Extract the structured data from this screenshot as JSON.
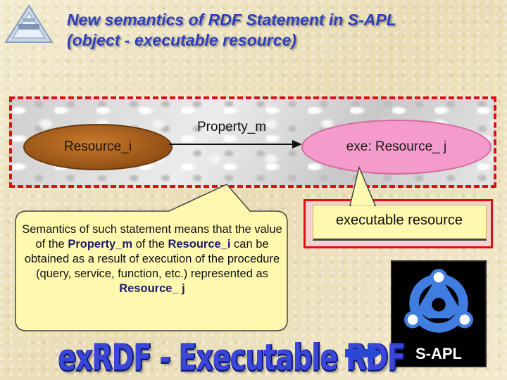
{
  "slide": {
    "title_line1": "New semantics of RDF Statement in S-APL",
    "title_line2": "(object - executable resource)"
  },
  "diagram": {
    "subject_label": "Resource_i",
    "predicate_label": "Property_m",
    "object_label": "exe: Resource_ j"
  },
  "callout_semantics": {
    "parts": [
      "Semantics of such statement means that the value of the ",
      "Property_m",
      " of the ",
      "Resource_i",
      " can be obtained as a result of execution of the procedure (query, service, function, etc.) represented as ",
      "Resource_ j"
    ]
  },
  "callout_executable": {
    "label": "executable resource"
  },
  "banner": {
    "text": "exRDF - Executable RDF"
  },
  "sapl_logo": {
    "label": "S-APL"
  },
  "colors": {
    "title": "#2e3fbd",
    "dashed_border": "#e01010",
    "subject_fill": "#a55c1c",
    "object_fill": "#f59bcb",
    "callout_fill": "#fff9b0",
    "banner": "#3a46d8"
  }
}
